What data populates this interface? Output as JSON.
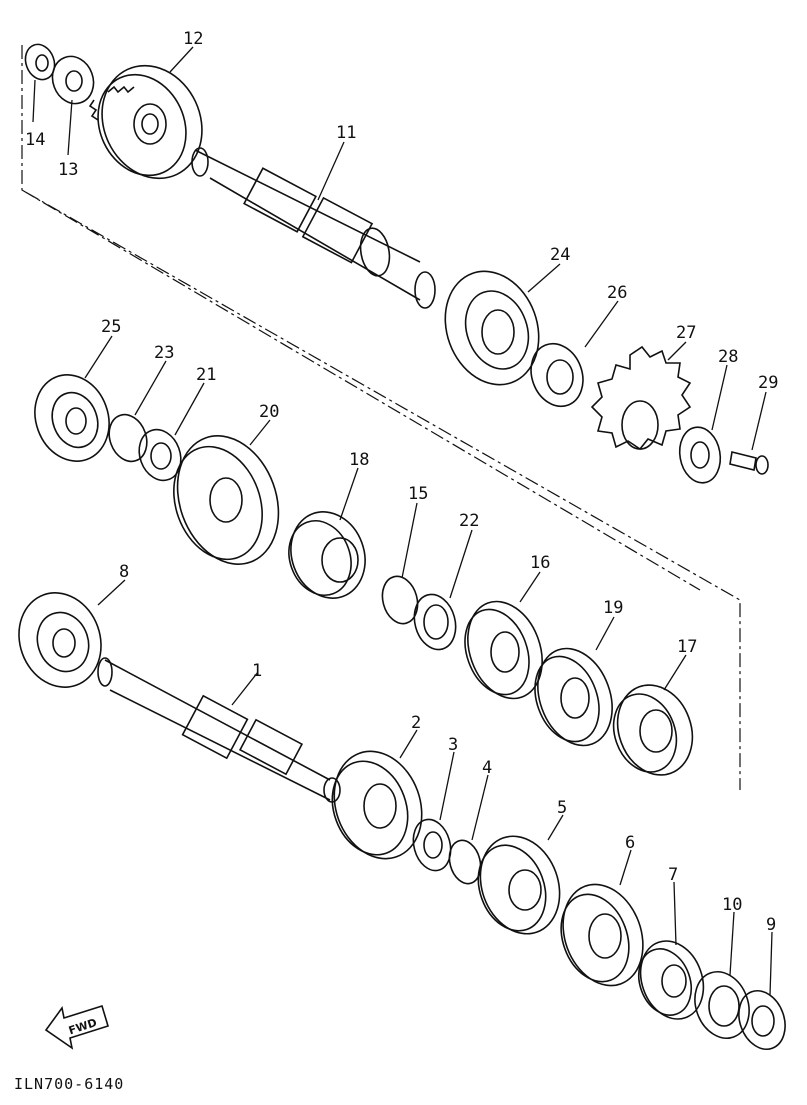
{
  "diagram_code": "ILN700-6140",
  "direction_label": "FWD",
  "callouts": {
    "p1": "1",
    "p2": "2",
    "p3": "3",
    "p4": "4",
    "p5": "5",
    "p6": "6",
    "p7": "7",
    "p8": "8",
    "p9": "9",
    "p10": "10",
    "p11": "11",
    "p12": "12",
    "p13": "13",
    "p14": "14",
    "p15": "15",
    "p16": "16",
    "p17": "17",
    "p18": "18",
    "p19": "19",
    "p20": "20",
    "p21": "21",
    "p22": "22",
    "p23": "23",
    "p24": "24",
    "p25": "25",
    "p26": "26",
    "p27": "27",
    "p28": "28",
    "p29": "29"
  }
}
